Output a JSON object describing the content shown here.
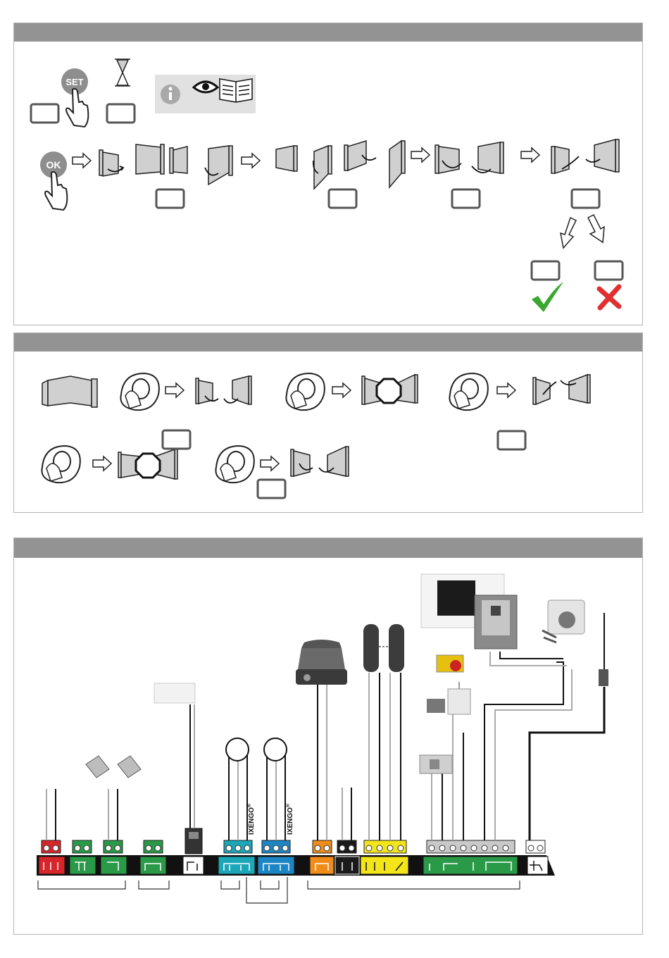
{
  "panel1": {
    "set_label": "SET",
    "ok_label": "OK",
    "icons": [
      "set-button-icon",
      "hourglass-icon",
      "info-icon",
      "eye-icon",
      "manual-icon",
      "ok-button-icon",
      "hand-pointer-icon",
      "gate-leaf-icon",
      "arrow-right-icon",
      "checkmark-icon",
      "cross-icon"
    ]
  },
  "panel2": {
    "icons": [
      "sliding-gate-icon",
      "remote-control-icon",
      "stop-sign-icon",
      "gate-leaf-icon"
    ]
  },
  "panel3": {
    "ixengo_label_1": "IXENGO",
    "ixengo_label_2": "IXENGO",
    "ixengo_sup": "®",
    "terminal_colors": {
      "red": "#d7262b",
      "green": "#2a9a48",
      "teal": "#1ba7b8",
      "blue": "#1c86c4",
      "orange": "#ef8c1a",
      "black": "#1a1a1a",
      "yellow": "#f3e51a",
      "grey": "#c9c9c9"
    },
    "icons": [
      "antenna-icon",
      "battery-icon",
      "warning-light-icon",
      "photocell-icon",
      "videophone-icon",
      "keypad-icon",
      "key-switch-icon",
      "emergency-stop-icon",
      "keypad-wall-icon",
      "lock-icon",
      "magnetic-loop-icon",
      "terminal-block-icon"
    ]
  }
}
